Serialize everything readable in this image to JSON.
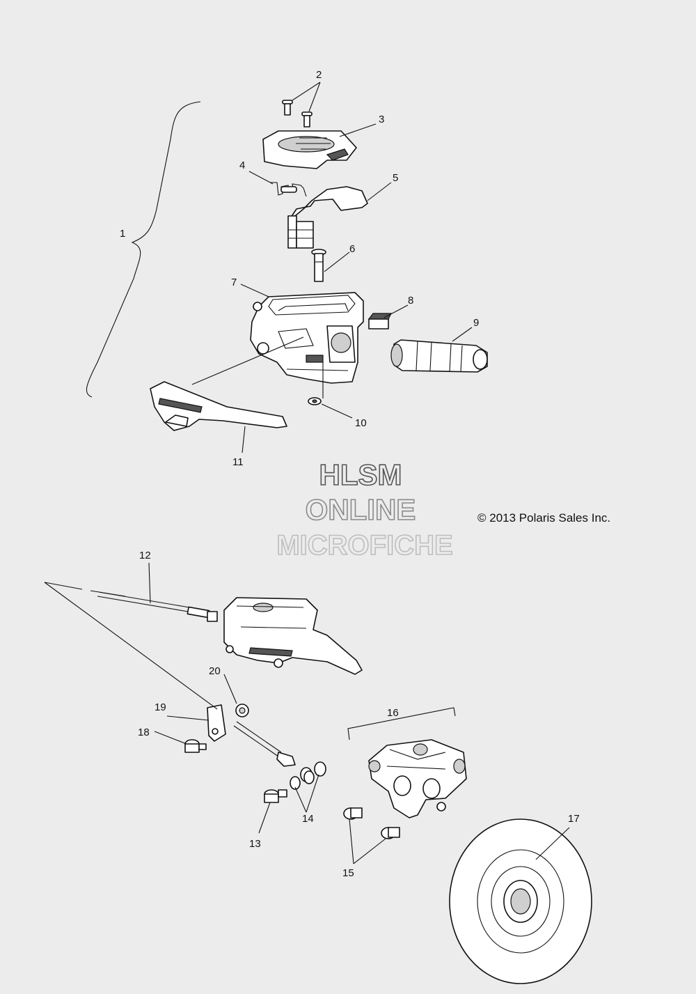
{
  "callouts": [
    "1",
    "2",
    "3",
    "4",
    "5",
    "6",
    "7",
    "8",
    "9",
    "10",
    "11",
    "12",
    "13",
    "14",
    "15",
    "16",
    "17",
    "18",
    "19",
    "20"
  ],
  "watermark": {
    "line1": "HLSM",
    "line2": "ONLINE",
    "line3": "MICROFICHE",
    "colors": [
      "#555555",
      "#8a8a8a",
      "#bdbdbd"
    ]
  },
  "copyright": "© 2013 Polaris Sales Inc.",
  "colors": {
    "background": "#ececec",
    "ink": "#111111"
  }
}
